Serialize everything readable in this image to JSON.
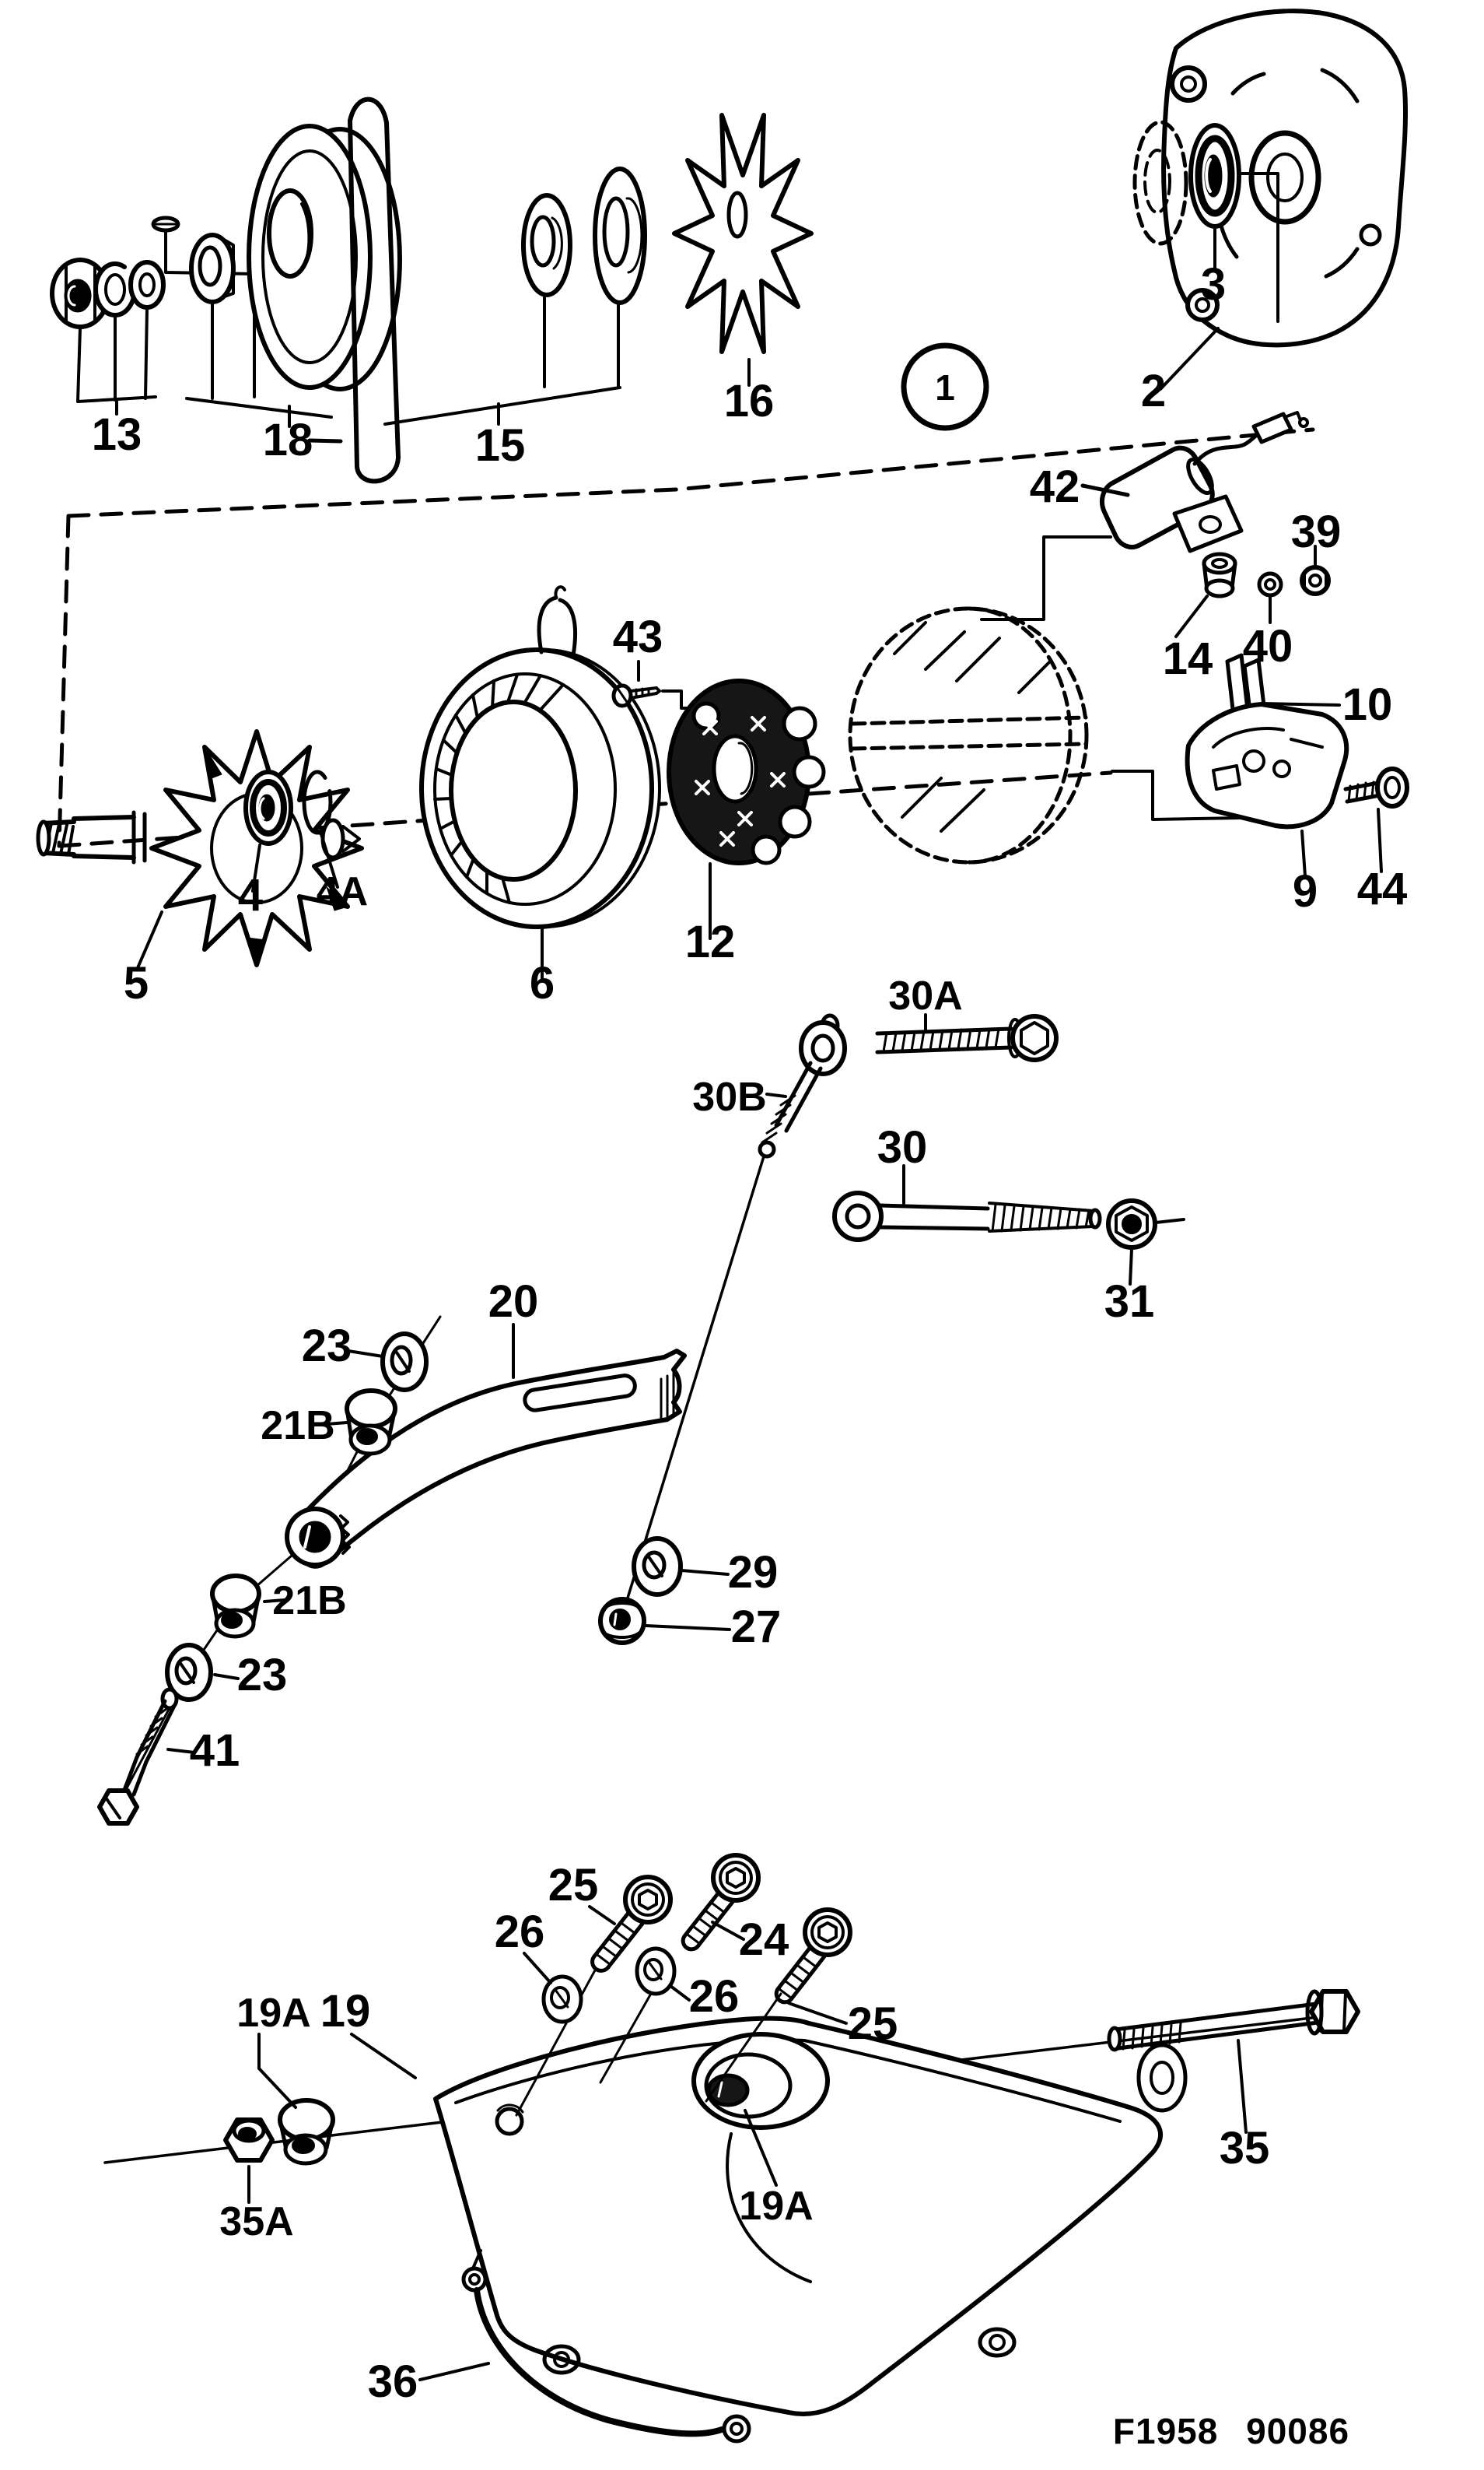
{
  "figure": {
    "code": "F1958 90086",
    "description": "Exploded parts diagram of alternator with mounting hardware",
    "style": {
      "ink": "#000000",
      "paper": "#ffffff"
    }
  },
  "callouts": [
    {
      "text": "13",
      "part": "pulley-nut-and-washers"
    },
    {
      "text": "18",
      "part": "spacer-key"
    },
    {
      "text": "15",
      "part": "pulley"
    },
    {
      "text": "16",
      "part": "fan"
    },
    {
      "text": "1",
      "part": "alternator-assembly"
    },
    {
      "text": "2",
      "part": "drive-end-housing"
    },
    {
      "text": "3",
      "part": "front-bearing"
    },
    {
      "text": "42",
      "part": "suppression-capacitor"
    },
    {
      "text": "39",
      "part": "nut"
    },
    {
      "text": "40",
      "part": "washer"
    },
    {
      "text": "14",
      "part": "terminal-stud"
    },
    {
      "text": "10",
      "part": "carbon-brushes"
    },
    {
      "text": "43",
      "part": "screw"
    },
    {
      "text": "6",
      "part": "stator"
    },
    {
      "text": "12",
      "part": "rectifier"
    },
    {
      "text": "9",
      "part": "voltage-regulator"
    },
    {
      "text": "44",
      "part": "screw"
    },
    {
      "text": "5",
      "part": "rotor"
    },
    {
      "text": "4",
      "part": "rear-bearing"
    },
    {
      "text": "4A",
      "part": "retaining-ring"
    },
    {
      "text": "30A",
      "part": "adjusting-bolt"
    },
    {
      "text": "30B",
      "part": "adjusting-bolt-with-washer"
    },
    {
      "text": "30",
      "part": "adjusting-bolt-long"
    },
    {
      "text": "31",
      "part": "flange-nut"
    },
    {
      "text": "20",
      "part": "adjusting-arm"
    },
    {
      "text": "23",
      "part": "washer-upper"
    },
    {
      "text": "21B",
      "part": "bushing-upper"
    },
    {
      "text": "29",
      "part": "washer"
    },
    {
      "text": "27",
      "part": "flange-nut"
    },
    {
      "text": "21B",
      "part": "bushing-lower"
    },
    {
      "text": "23",
      "part": "washer-lower"
    },
    {
      "text": "41",
      "part": "bolt"
    },
    {
      "text": "25",
      "part": "socket-head-bolt-left"
    },
    {
      "text": "26",
      "part": "washer-left"
    },
    {
      "text": "24",
      "part": "socket-head-bolt-middle"
    },
    {
      "text": "26",
      "part": "washer-middle"
    },
    {
      "text": "25",
      "part": "socket-head-bolt-right"
    },
    {
      "text": "19A",
      "part": "bracket-bushing-left"
    },
    {
      "text": "19",
      "part": "mounting-bracket"
    },
    {
      "text": "35A",
      "part": "nut"
    },
    {
      "text": "19A",
      "part": "bracket-bushing-center"
    },
    {
      "text": "35",
      "part": "through-bolt"
    },
    {
      "text": "36",
      "part": "ground-strap"
    }
  ]
}
